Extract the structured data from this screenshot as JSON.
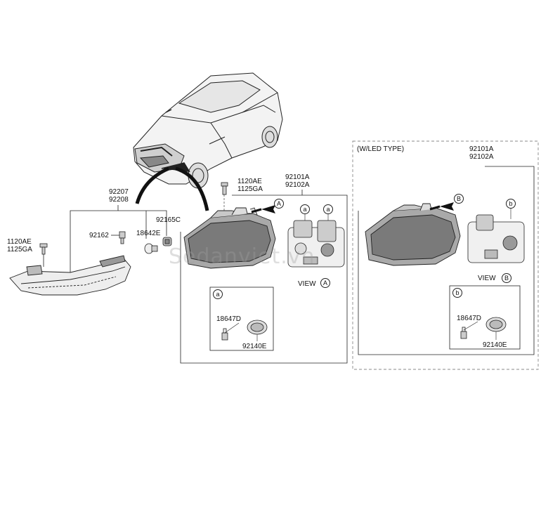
{
  "labels": {
    "p92207": "92207",
    "p92208": "92208",
    "p1120AE_a": "1120AE",
    "p1125GA_a": "1125GA",
    "p92162": "92162",
    "p18642E": "18642E",
    "p92165C": "92165C",
    "p1120AE_b": "1120AE",
    "p1125GA_b": "1125GA",
    "p92101A_a": "92101A",
    "p92102A_a": "92102A",
    "view_a": "VIEW",
    "p18647D_a": "18647D",
    "p92140E_a": "92140E",
    "led_type": "(W/LED TYPE)",
    "p92101A_b": "92101A",
    "p92102A_b": "92102A",
    "view_b": "VIEW",
    "p18647D_b": "18647D",
    "p92140E_b": "92140E"
  },
  "callouts": {
    "A": "A",
    "B": "B",
    "a": "a",
    "b": "b"
  },
  "watermark": "Sedanviet.vn",
  "colors": {
    "line": "#222222",
    "part_fill": "#d9d9d9",
    "part_dark": "#555555",
    "dash_border": "#888888"
  }
}
